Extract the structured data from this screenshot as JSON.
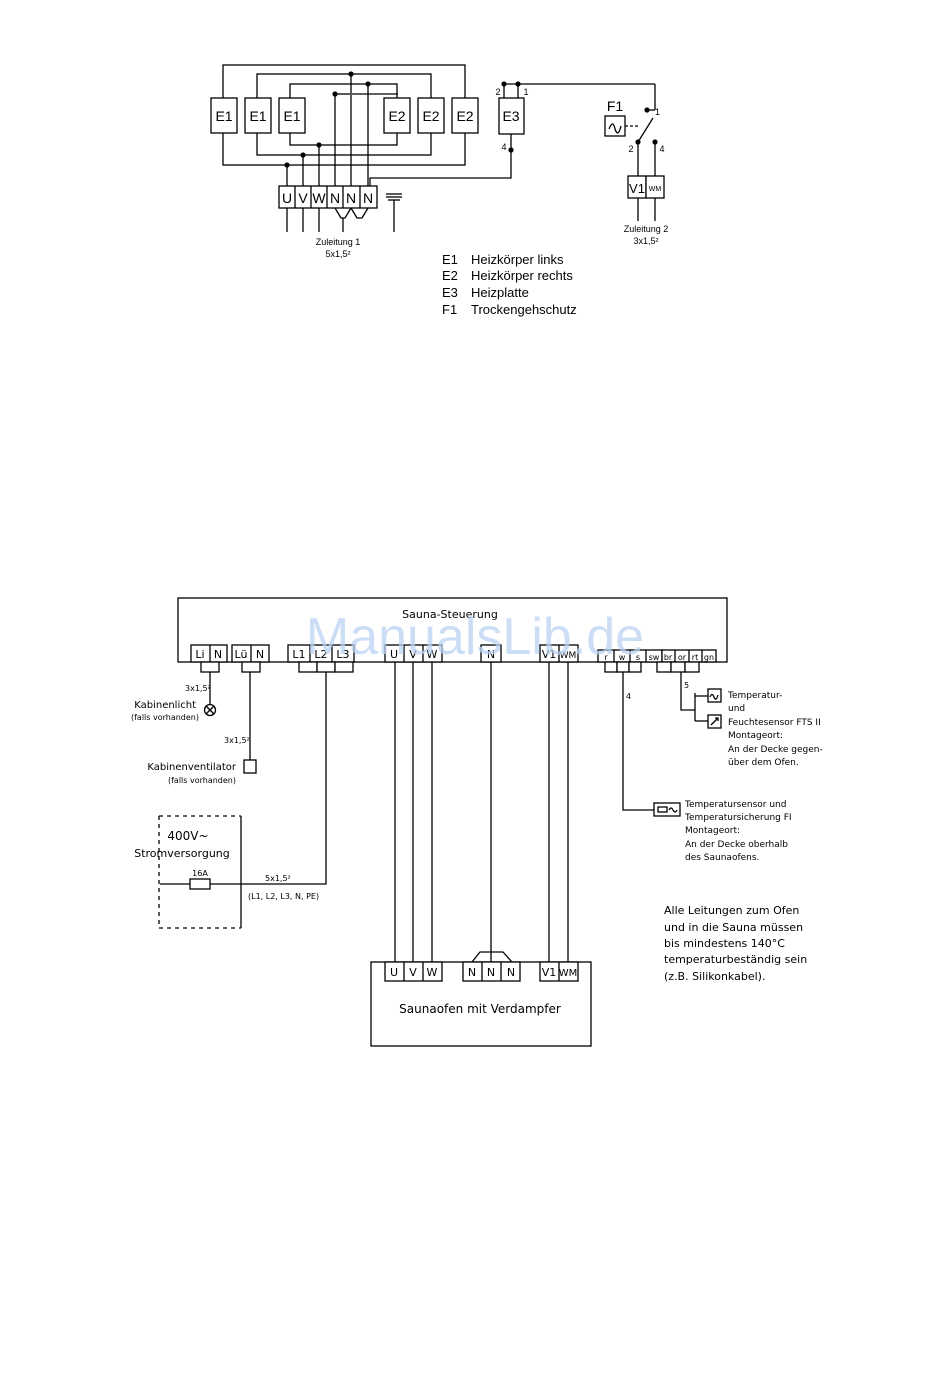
{
  "watermark": "ManualsLib.de",
  "heater": {
    "labels": {
      "e1": "E1",
      "e2": "E2",
      "e3": "E3",
      "f1": "F1",
      "v1": "V1",
      "wm": "WM"
    },
    "pins": {
      "p2": "2",
      "p1": "1",
      "p4": "4",
      "f1_1": "1",
      "f1_2": "2",
      "f1_4": "4"
    },
    "terminals": [
      "U",
      "V",
      "W",
      "N",
      "N",
      "N"
    ],
    "supply1": {
      "name": "Zuleitung 1",
      "spec": "5x1,5²"
    },
    "supply2": {
      "name": "Zuleitung 2",
      "spec": "3x1,5²"
    },
    "legend": [
      {
        "code": "E1",
        "text": "Heizkörper links"
      },
      {
        "code": "E2",
        "text": "Heizkörper rechts"
      },
      {
        "code": "E3",
        "text": "Heizplatte"
      },
      {
        "code": "F1",
        "text": "Trockengehschutz"
      }
    ]
  },
  "control": {
    "title": "Sauna-Steuerung",
    "term_light": [
      "Li",
      "N"
    ],
    "term_fan": [
      "Lü",
      "N"
    ],
    "term_power": [
      "L1",
      "L2",
      "L3"
    ],
    "term_uvw": [
      "U",
      "V",
      "W"
    ],
    "term_n": "N",
    "term_v1": [
      "V1",
      "WM"
    ],
    "term_sensor_fi": [
      "r",
      "w",
      "s",
      "sw"
    ],
    "term_fts": [
      "br",
      "or",
      "rt",
      "gn"
    ],
    "cable_4": "4",
    "cable_5": "5",
    "light": {
      "spec": "3x1,5²",
      "name": "Kabinenlicht",
      "note": "(falls vorhanden)"
    },
    "fan": {
      "spec": "3x1,5²",
      "name": "Kabinenventilator",
      "note": "(falls vorhanden)"
    },
    "supply": {
      "voltage": "400V~",
      "name": "Stromversorgung",
      "fuse": "16A",
      "spec": "5x1,5²",
      "wires": "(L1, L2, L3, N, PE)"
    },
    "fts": [
      "Temperatur-",
      "und",
      "Feuchtesensor FTS II",
      "Montageort:",
      "An der Decke gegen-",
      "über dem Ofen."
    ],
    "sensor_fi": [
      "Temperatursensor und",
      "Temperatursicherung FI",
      "Montageort:",
      "An der Decke oberhalb",
      "des Saunaofens."
    ],
    "note": [
      "Alle Leitungen zum Ofen",
      "und in die Sauna müssen",
      "bis mindestens 140°C",
      "temperaturbeständig sein",
      "(z.B. Silikonkabel)."
    ],
    "oven": {
      "title": "Saunaofen mit Verdampfer",
      "term_uvw": [
        "U",
        "V",
        "W"
      ],
      "term_n": [
        "N",
        "N",
        "N"
      ],
      "term_v1": [
        "V1",
        "WM"
      ]
    }
  }
}
